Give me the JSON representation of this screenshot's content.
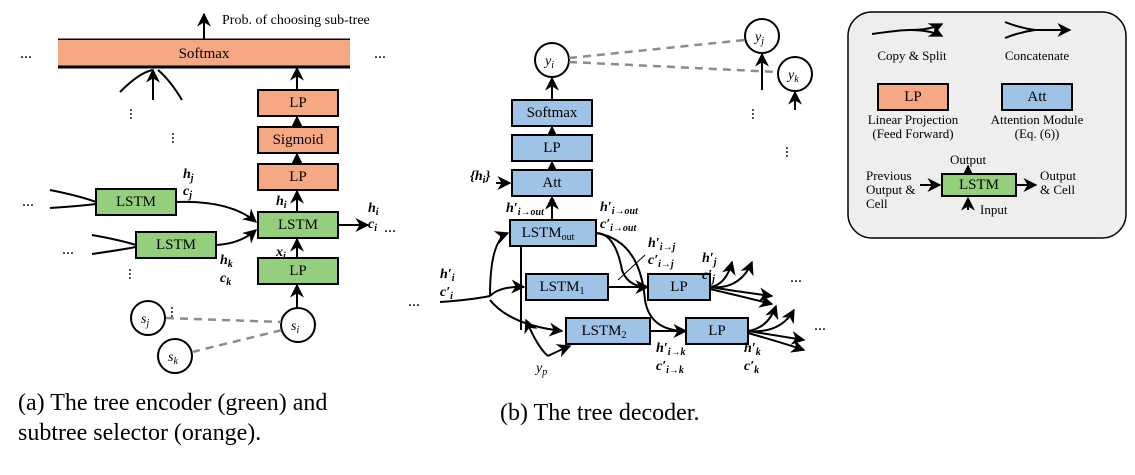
{
  "colors": {
    "lstm_green": "#93cf7d",
    "lp_orange": "#f5a882",
    "decoder_blue": "#9ec3e6",
    "legend_bg": "#eeeeee",
    "dashed_gray": "#8c8c8c"
  },
  "encoder": {
    "softmax_label": "Softmax",
    "prob_label": "Prob. of choosing sub-tree",
    "lp_top_label": "LP",
    "sigmoid_label": "Sigmoid",
    "lp_mid_label": "LP",
    "lstm_label": "LSTM",
    "lp_bottom_label": "LP",
    "lstm_j_label": "LSTM",
    "lstm_k_label": "LSTM",
    "h_j": "h",
    "h_j_sub": "j",
    "c_j": "c",
    "c_j_sub": "j",
    "h_k": "h",
    "h_k_sub": "k",
    "c_k": "c",
    "c_k_sub": "k",
    "h_i": "h",
    "h_i_sub": "i",
    "c_i": "c",
    "c_i_sub": "i",
    "h_i_in": "h",
    "h_i_in_sub": "i",
    "x_i": "x",
    "x_i_sub": "i",
    "s_i": "s",
    "s_i_sub": "i",
    "s_j": "s",
    "s_j_sub": "j",
    "s_k": "s",
    "s_k_sub": "k",
    "ellipsis": "..."
  },
  "decoder": {
    "y_i": "y",
    "y_i_sub": "i",
    "y_j": "y",
    "y_j_sub": "j",
    "y_k": "y",
    "y_k_sub": "k",
    "y_p": "y",
    "y_p_sub": "p",
    "softmax_label": "Softmax",
    "lp_label": "LP",
    "att_label": "Att",
    "h_set": "{h",
    "h_set_sub": "i",
    "h_set_close": "}",
    "lstm_out_label": "LSTM",
    "lstm_out_sub": "out",
    "lstm_1_label": "LSTM",
    "lstm_1_sub": "1",
    "lstm_2_label": "LSTM",
    "lstm_2_sub": "2",
    "lp_j_label": "LP",
    "lp_k_label": "LP",
    "h_prime": "h′",
    "c_prime": "c′",
    "sub_i": "i",
    "sub_i_out": "i→out",
    "sub_i_j": "i→j",
    "sub_i_k": "i→k",
    "sub_j": "j",
    "sub_k": "k",
    "ellipsis": "..."
  },
  "legend": {
    "copy_split": "Copy & Split",
    "concatenate": "Concatenate",
    "lp_box": "LP",
    "lp_desc_1": "Linear Projection",
    "lp_desc_2": "(Feed Forward)",
    "att_box": "Att",
    "att_desc_1": "Attention Module",
    "att_desc_2": "(Eq. (6))",
    "lstm_box": "LSTM",
    "output": "Output",
    "input": "Input",
    "prev_1": "Previous",
    "prev_2": "Output &",
    "prev_3": "Cell",
    "out_cell_1": "Output",
    "out_cell_2": "& Cell"
  },
  "captions": {
    "a_line1": "(a) The tree encoder (green) and",
    "a_line2": "subtree selector (orange).",
    "b": "(b) The tree decoder."
  }
}
